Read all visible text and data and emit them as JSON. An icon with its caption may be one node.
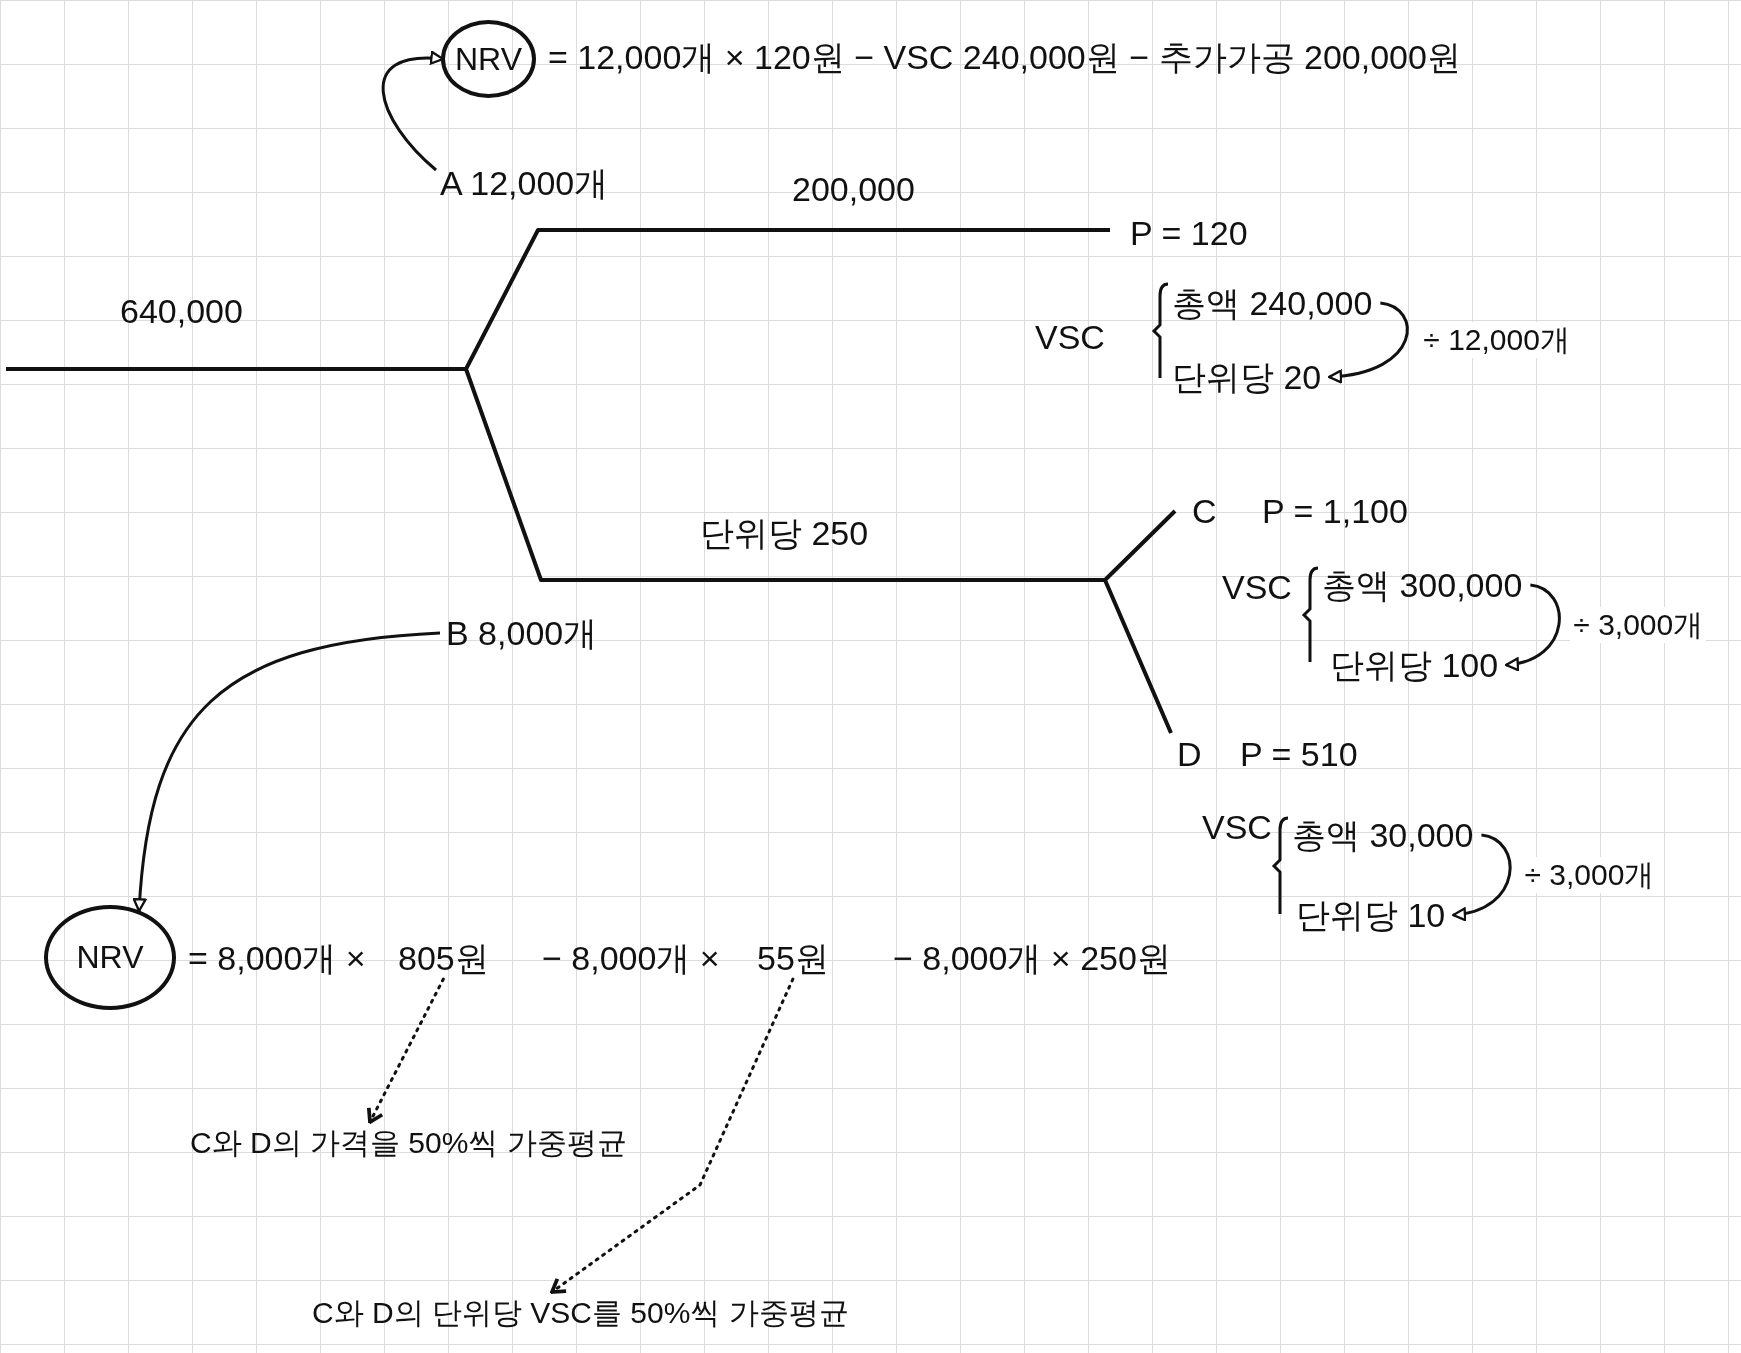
{
  "diagram": {
    "nodes": [
      {
        "text": [
          "NRV"
        ]
      },
      {
        "text": [
          "A 12,000개"
        ]
      },
      {
        "text": [
          "총액 240,000"
        ]
      },
      {
        "text": [
          "단위당 20"
        ]
      },
      {
        "text": [
          "B 8,000개"
        ]
      },
      {
        "text": [
          "총액 300,000"
        ]
      },
      {
        "text": [
          "단위당 100"
        ]
      },
      {
        "text": [
          "총액 30,000"
        ]
      },
      {
        "text": [
          "단위당 10"
        ]
      },
      {
        "text": [
          "NRV"
        ]
      },
      {
        "text": [
          "805원"
        ]
      },
      {
        "text": [
          "55원"
        ]
      },
      {
        "text": [
          "C와 D의 가격을 50%씩 가중평균"
        ]
      },
      {
        "text": [
          "C와 D의 단위당 VSC를 50%씩 가중평균"
        ]
      }
    ],
    "edges": [
      {
        "from": 1,
        "to": 0,
        "arrow": "to"
      },
      {
        "from": 2,
        "to": 3,
        "arrow": "to",
        "label": "÷ 12,000개"
      },
      {
        "from": 4,
        "to": 9,
        "arrow": "to"
      },
      {
        "from": 5,
        "to": 6,
        "arrow": "to",
        "label": "÷ 3,000개"
      },
      {
        "from": 7,
        "to": 8,
        "arrow": "to",
        "label": "÷ 3,000개"
      },
      {
        "from": 10,
        "to": 12,
        "arrow": "to",
        "style": "dashed"
      },
      {
        "from": 11,
        "to": 13,
        "arrow": "to",
        "style": "dashed"
      }
    ],
    "labels": [
      "= 12,000개 × 120원 − VSC 240,000원 − 추가가공 200,000원",
      "200,000",
      "P = 120",
      "640,000",
      "VSC",
      "단위당 250",
      "C",
      "P = 1,100",
      "VSC",
      "D",
      "P = 510",
      "VSC",
      "= 8,000개 ×",
      "− 8,000개 ×",
      "− 8,000개 × 250원"
    ]
  }
}
